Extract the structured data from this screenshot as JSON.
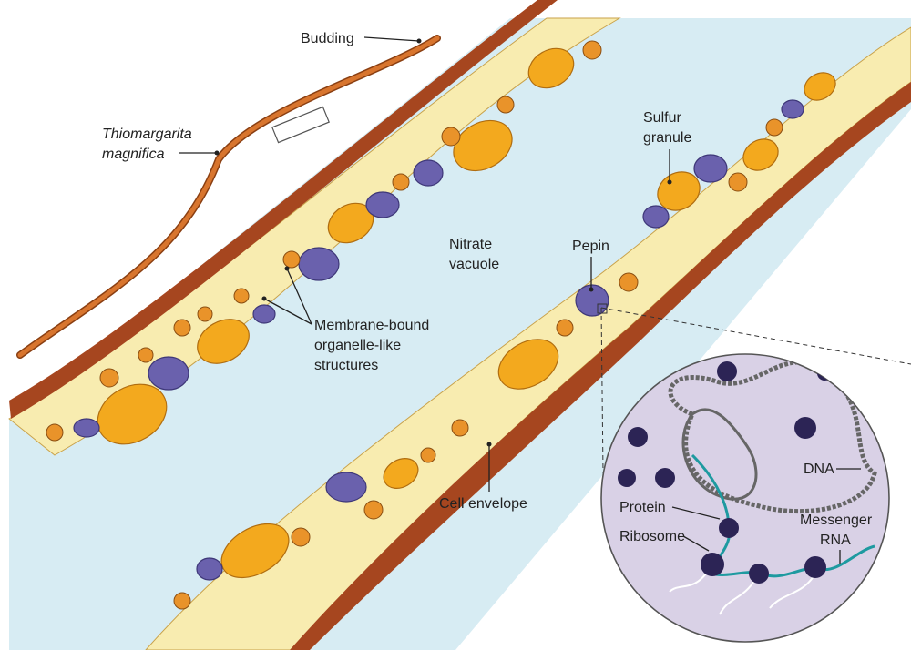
{
  "labels": {
    "budding": "Budding",
    "organism_line1": "Thiomargarita",
    "organism_line2": "magnifica",
    "sulfur_line1": "Sulfur",
    "sulfur_line2": "granule",
    "nitrate_line1": "Nitrate",
    "nitrate_line2": "vacuole",
    "pepin": "Pepin",
    "organelle_line1": "Membrane-bound",
    "organelle_line2": "organelle-like",
    "organelle_line3": "structures",
    "cell_envelope": "Cell envelope",
    "dna": "DNA",
    "protein": "Protein",
    "ribosome": "Ribosome",
    "mrna_line1": "Messenger",
    "mrna_line2": "RNA"
  },
  "colors": {
    "envelope": "#a6461f",
    "cytoplasm": "#f8ecb0",
    "vacuole": "#d7ecf3",
    "sulfur": "#f3a91e",
    "pepin": "#6a61ad",
    "organelle": "#e9932a",
    "inset_bg": "#d9d1e6",
    "ribosome": "#2c2455",
    "mrna": "#1e9aa0",
    "filament": "#d8752e"
  }
}
